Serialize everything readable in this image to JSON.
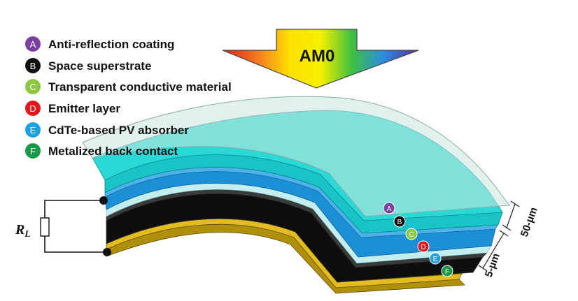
{
  "legend": [
    {
      "letter": "A",
      "label": "Anti-reflection coating",
      "color": "#7b3fa0"
    },
    {
      "letter": "B",
      "label": "Space superstrate",
      "color": "#111111"
    },
    {
      "letter": "C",
      "label": "Transparent conductive material",
      "color": "#8dc63f"
    },
    {
      "letter": "D",
      "label": "Emitter layer",
      "color": "#e3171b"
    },
    {
      "letter": "E",
      "label": "CdTe-based PV absorber",
      "color": "#1ba1e2"
    },
    {
      "letter": "F",
      "label": "Metalized back contact",
      "color": "#1a9a48"
    }
  ],
  "light_source": {
    "label": "AM0"
  },
  "load": {
    "symbol": "R",
    "subscript": "L"
  },
  "dimensions": {
    "superstrate_thickness": "50-µm",
    "cell_thickness": "5-µm"
  },
  "layer_colors": {
    "coating": "#c9e6df",
    "superstrate": "#22d6d4",
    "conductive": "#1b8fd6",
    "emitter": "#b8e8ec",
    "absorber": "#0f0f0f",
    "contact": "#d4ae12"
  }
}
